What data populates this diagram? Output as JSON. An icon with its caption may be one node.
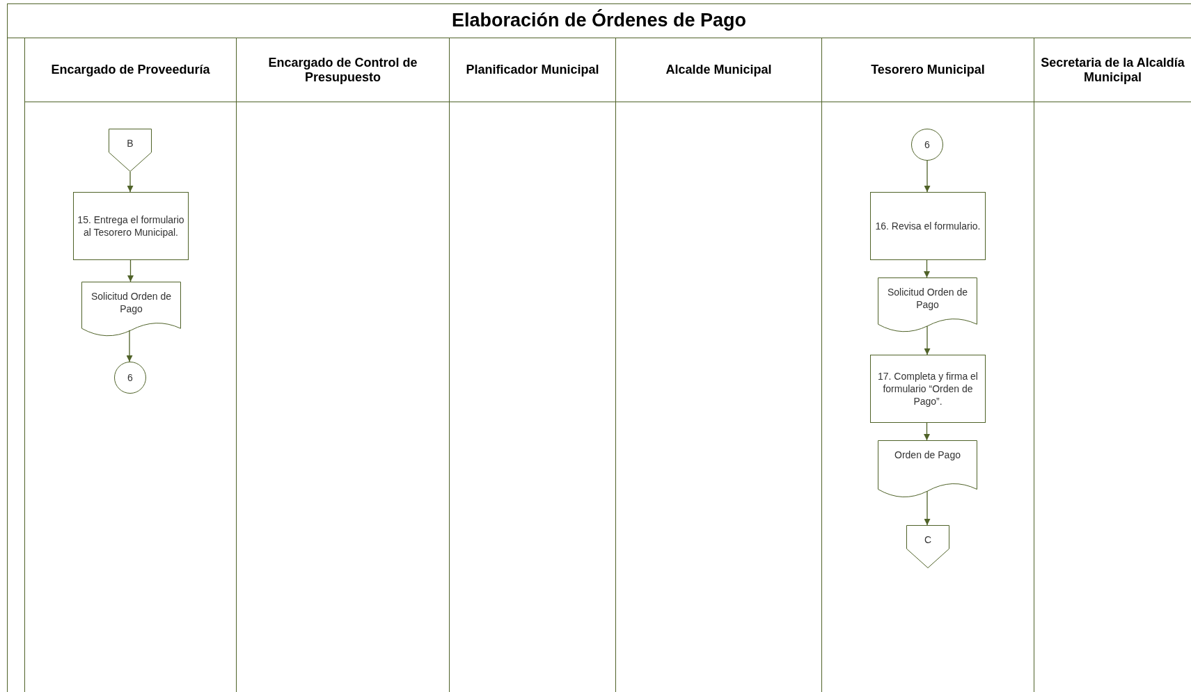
{
  "diagram": {
    "title": "Elaboración de Órdenes de Pago",
    "nodes": [
      {
        "text": [
          "Encargado de Proveeduría"
        ]
      },
      {
        "text": [
          "Encargado de Control de Presupuesto"
        ]
      },
      {
        "text": [
          "Planificador Municipal"
        ]
      },
      {
        "text": [
          "Alcalde Municipal"
        ]
      },
      {
        "text": [
          "Tesorero Municipal"
        ]
      },
      {
        "text": [
          "Secretaria de la Alcaldía Municipal"
        ]
      },
      {
        "text": [
          "B"
        ],
        "in": 0
      },
      {
        "text": [
          "15. Entrega el formulario al Tesorero Municipal."
        ],
        "in": 0
      },
      {
        "text": [
          "Solicitud Orden de Pago"
        ],
        "in": 0
      },
      {
        "text": [
          "6"
        ],
        "in": 0
      },
      {
        "text": [
          "6"
        ],
        "in": 4
      },
      {
        "text": [
          "16. Revisa el formulario."
        ],
        "in": 4
      },
      {
        "text": [
          "Solicitud Orden de Pago"
        ],
        "in": 4
      },
      {
        "text": [
          "17. Completa y firma el formulario “Orden de Pago”."
        ],
        "in": 4
      },
      {
        "text": [
          "Orden de Pago"
        ],
        "in": 4
      },
      {
        "text": [
          "C"
        ],
        "in": 4
      }
    ],
    "edges": [
      {
        "from": 6,
        "to": 7,
        "arrow": "to"
      },
      {
        "from": 7,
        "to": 8,
        "arrow": "to"
      },
      {
        "from": 8,
        "to": 9,
        "arrow": "to"
      },
      {
        "from": 10,
        "to": 11,
        "arrow": "to"
      },
      {
        "from": 11,
        "to": 12,
        "arrow": "to"
      },
      {
        "from": 12,
        "to": 13,
        "arrow": "to"
      },
      {
        "from": 13,
        "to": 14,
        "arrow": "to"
      },
      {
        "from": 14,
        "to": 15,
        "arrow": "to"
      }
    ]
  }
}
